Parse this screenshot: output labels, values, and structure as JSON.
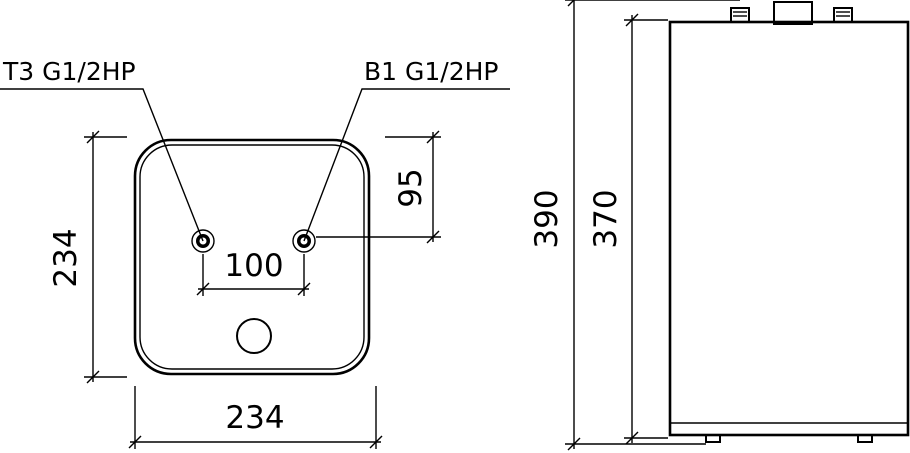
{
  "labels": {
    "left_port": "T3 G1/2HP",
    "right_port": "B1 G1/2HP"
  },
  "dimensions": {
    "top_height": "234",
    "port_spacing": "100",
    "port_offset": "95",
    "top_width": "234",
    "total_height": "390",
    "body_height": "370"
  }
}
